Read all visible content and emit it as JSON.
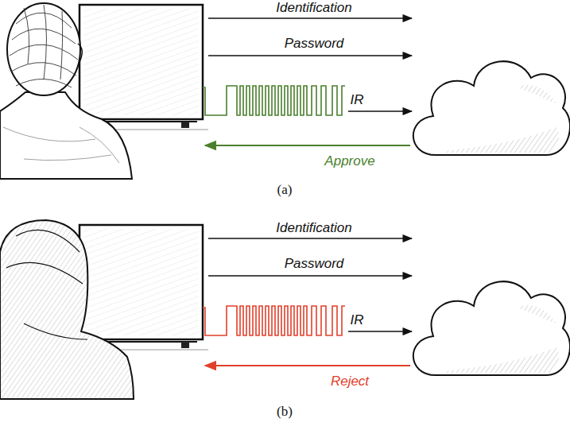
{
  "diagram": {
    "labels": [
      "Identification",
      "Password",
      "IR",
      "Approve",
      "(a)",
      "Identification",
      "Password",
      "IR",
      "Reject",
      "(b)"
    ]
  }
}
